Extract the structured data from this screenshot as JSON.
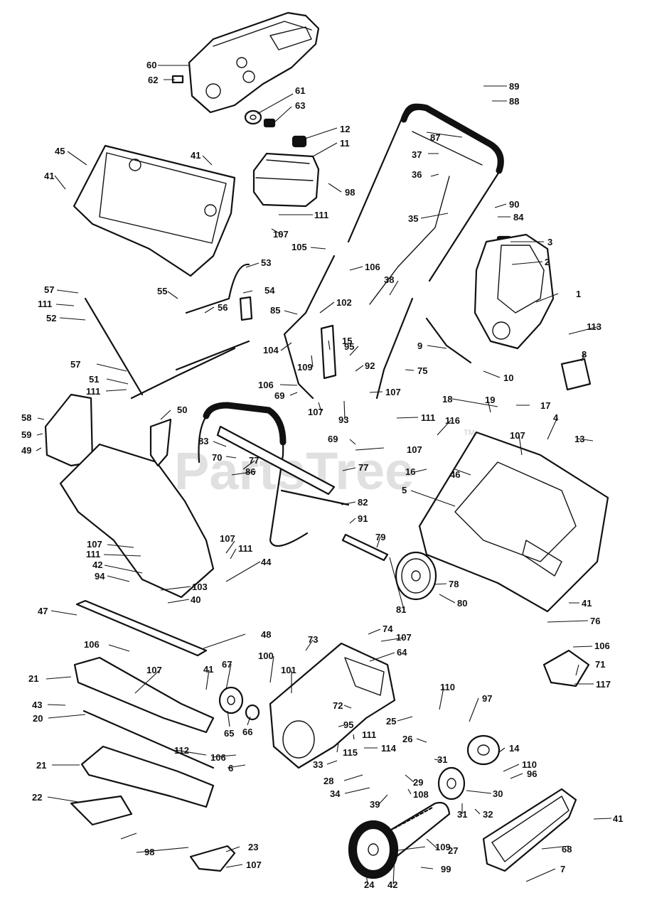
{
  "watermark": {
    "text": "PartsTree",
    "tm": "TM"
  },
  "callouts": {
    "c60": "60",
    "c62": "62",
    "c61": "61",
    "c63": "63",
    "c89": "89",
    "c88": "88",
    "c87": "87",
    "c12": "12",
    "c11": "11",
    "c37": "37",
    "c36": "36",
    "c45": "45",
    "c41a": "41",
    "c41b": "41",
    "c98a": "98",
    "c90": "90",
    "c84": "84",
    "c111a": "111",
    "c107a": "107",
    "c35": "35",
    "c3": "3",
    "c105": "105",
    "c106a": "106",
    "c53": "53",
    "c2": "2",
    "c57a": "57",
    "c111b": "111",
    "c55": "55",
    "c54": "54",
    "c56": "56",
    "c38": "38",
    "c1": "1",
    "c52": "52",
    "c85": "85",
    "c102": "102",
    "c113": "113",
    "c104": "104",
    "c15": "15",
    "c109a": "109",
    "c95a": "95",
    "c9": "9",
    "c8": "8",
    "c57b": "57",
    "c92": "92",
    "c75": "75",
    "c10": "10",
    "c51": "51",
    "c106b": "106",
    "c111c": "111",
    "c69a": "69",
    "c107b": "107",
    "c107c": "107",
    "c18": "18",
    "c19": "19",
    "c17": "17",
    "c93": "93",
    "c111d": "111",
    "c116": "116",
    "c4": "4",
    "c13": "13",
    "c58": "58",
    "c50": "50",
    "c107d": "107",
    "c59": "59",
    "c83": "83",
    "c69b": "69",
    "c107e": "107",
    "c49": "49",
    "c70": "70",
    "c77a": "77",
    "c86": "86",
    "c77b": "77",
    "c16": "16",
    "c46": "46",
    "c5": "5",
    "c82": "82",
    "c91": "91",
    "c107f": "107",
    "c79": "79",
    "c107g": "107",
    "c111e": "111",
    "c111f": "111",
    "c42a": "42",
    "c44": "44",
    "c94": "94",
    "c103": "103",
    "c78": "78",
    "c40": "40",
    "c41c": "41",
    "c81": "81",
    "c80": "80",
    "c47": "47",
    "c76": "76",
    "c74": "74",
    "c107h": "107",
    "c48": "48",
    "c106c": "106",
    "c73": "73",
    "c64": "64",
    "c106d": "106",
    "c71": "71",
    "c107i": "107",
    "c100": "100",
    "c101": "101",
    "c41d": "41",
    "c67": "67",
    "c117": "117",
    "c21a": "21",
    "c110a": "110",
    "c97": "97",
    "c43": "43",
    "c72": "72",
    "c20": "20",
    "c25": "25",
    "c65": "65",
    "c66": "66",
    "c95b": "95",
    "c111g": "111",
    "c26": "26",
    "c14": "14",
    "c112": "112",
    "c106e": "106",
    "c115": "115",
    "c114": "114",
    "c6": "6",
    "c33": "33",
    "c31a": "31",
    "c110b": "110",
    "c21b": "21",
    "c96": "96",
    "c28": "28",
    "c29": "29",
    "c34": "34",
    "c108": "108",
    "c30": "30",
    "c39": "39",
    "c22": "22",
    "c31b": "31",
    "c32": "32",
    "c41e": "41",
    "c98b": "98",
    "c27": "27",
    "c23": "23",
    "c68": "68",
    "c109b": "109",
    "c107j": "107",
    "c99": "99",
    "c7": "7",
    "c24": "24",
    "c42b": "42"
  }
}
